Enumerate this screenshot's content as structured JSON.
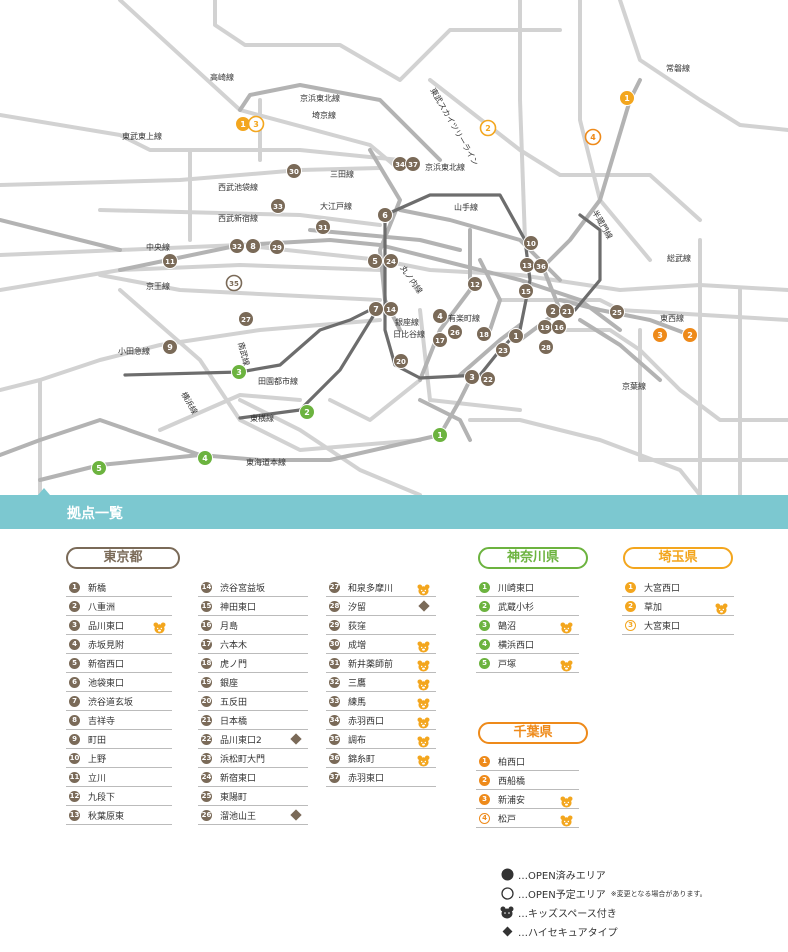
{
  "colors": {
    "tokyo": "#7a6a58",
    "kanagawa": "#6cb33f",
    "saitama": "#f3a61e",
    "chiba": "#ee8a1a",
    "band": "#7cc8d0",
    "bear": "#f3a61e",
    "line_light": "#d4d4d4",
    "line_dark": "#777777"
  },
  "section_title": "拠点一覧",
  "map": {
    "line_labels": [
      "高崎線",
      "京浜東北線",
      "埼京線",
      "東武東上線",
      "東武スカイツリーライン",
      "常磐線",
      "京浜東北線",
      "三田線",
      "西武池袋線",
      "大江戸線",
      "西武新宿線",
      "山手線",
      "半蔵門線",
      "中央線",
      "総武線",
      "京王線",
      "丸ノ内線",
      "銀座線",
      "日比谷線",
      "有楽町線",
      "東西線",
      "小田急線",
      "南武線",
      "京葉線",
      "田園都市線",
      "横浜線",
      "東横線",
      "東海道本線"
    ],
    "markers": [
      "1",
      "3",
      "1",
      "4",
      "2",
      "30",
      "34",
      "37",
      "33",
      "6",
      "31",
      "32",
      "8",
      "29",
      "11",
      "10",
      "13",
      "36",
      "5",
      "24",
      "35",
      "12",
      "15",
      "27",
      "7",
      "14",
      "4",
      "26",
      "17",
      "2",
      "21",
      "19",
      "16",
      "18",
      "1",
      "23",
      "25",
      "28",
      "9",
      "20",
      "3",
      "22",
      "3",
      "2",
      "3",
      "2",
      "1",
      "4",
      "5"
    ]
  },
  "regions": {
    "tokyo": {
      "title": "東京都",
      "items": [
        {
          "num": "1",
          "name": "新橋"
        },
        {
          "num": "2",
          "name": "八重洲"
        },
        {
          "num": "3",
          "name": "品川東口",
          "kids": true
        },
        {
          "num": "4",
          "name": "赤坂見附"
        },
        {
          "num": "5",
          "name": "新宿西口"
        },
        {
          "num": "6",
          "name": "池袋東口"
        },
        {
          "num": "7",
          "name": "渋谷道玄坂"
        },
        {
          "num": "8",
          "name": "吉祥寺"
        },
        {
          "num": "9",
          "name": "町田"
        },
        {
          "num": "10",
          "name": "上野"
        },
        {
          "num": "11",
          "name": "立川"
        },
        {
          "num": "12",
          "name": "九段下"
        },
        {
          "num": "13",
          "name": "秋葉原東"
        },
        {
          "num": "14",
          "name": "渋谷宮益坂"
        },
        {
          "num": "15",
          "name": "神田東口"
        },
        {
          "num": "16",
          "name": "月島"
        },
        {
          "num": "17",
          "name": "六本木"
        },
        {
          "num": "18",
          "name": "虎ノ門"
        },
        {
          "num": "19",
          "name": "銀座"
        },
        {
          "num": "20",
          "name": "五反田"
        },
        {
          "num": "21",
          "name": "日本橋"
        },
        {
          "num": "22",
          "name": "品川東口2",
          "secure": true
        },
        {
          "num": "23",
          "name": "浜松町大門"
        },
        {
          "num": "24",
          "name": "新宿東口"
        },
        {
          "num": "25",
          "name": "東陽町"
        },
        {
          "num": "26",
          "name": "溜池山王",
          "secure": true
        },
        {
          "num": "27",
          "name": "和泉多摩川",
          "kids": true
        },
        {
          "num": "28",
          "name": "汐留",
          "secure": true
        },
        {
          "num": "29",
          "name": "荻窪"
        },
        {
          "num": "30",
          "name": "成増",
          "kids": true
        },
        {
          "num": "31",
          "name": "新井薬師前",
          "kids": true
        },
        {
          "num": "32",
          "name": "三鷹",
          "kids": true
        },
        {
          "num": "33",
          "name": "練馬",
          "kids": true
        },
        {
          "num": "34",
          "name": "赤羽西口",
          "kids": true
        },
        {
          "num": "35",
          "name": "調布",
          "kids": true
        },
        {
          "num": "36",
          "name": "錦糸町",
          "kids": true
        },
        {
          "num": "37",
          "name": "赤羽東口"
        }
      ]
    },
    "kanagawa": {
      "title": "神奈川県",
      "items": [
        {
          "num": "1",
          "name": "川崎東口"
        },
        {
          "num": "2",
          "name": "武蔵小杉"
        },
        {
          "num": "3",
          "name": "鵠沼",
          "kids": true
        },
        {
          "num": "4",
          "name": "横浜西口"
        },
        {
          "num": "5",
          "name": "戸塚",
          "kids": true
        }
      ]
    },
    "saitama": {
      "title": "埼玉県",
      "items": [
        {
          "num": "1",
          "name": "大宮西口"
        },
        {
          "num": "2",
          "name": "草加",
          "kids": true
        },
        {
          "num": "3",
          "name": "大宮東口",
          "planned": true
        }
      ]
    },
    "chiba": {
      "title": "千葉県",
      "items": [
        {
          "num": "1",
          "name": "柏西口"
        },
        {
          "num": "2",
          "name": "西船橋"
        },
        {
          "num": "3",
          "name": "新浦安",
          "kids": true
        },
        {
          "num": "4",
          "name": "松戸",
          "kids": true,
          "planned": true
        }
      ]
    }
  },
  "legend": {
    "open": "…OPEN済みエリア",
    "planned": "…OPEN予定エリア",
    "note": "※変更となる場合があります。",
    "kids": "…キッズスペース付き",
    "secure": "…ハイセキュアタイプ"
  }
}
